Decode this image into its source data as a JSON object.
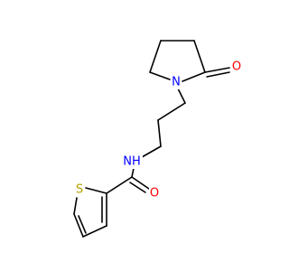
{
  "atoms": {
    "oxygen_lactam": {
      "label": "O",
      "color": "#ff0000"
    },
    "nitrogen_ring": {
      "label": "N",
      "color": "#0000ff"
    },
    "nitrogen_amide": {
      "label": "NH",
      "color": "#0000ff"
    },
    "oxygen_amide": {
      "label": "O",
      "color": "#ff0000"
    },
    "sulfur": {
      "label": "S",
      "color": "#b8a000"
    }
  }
}
